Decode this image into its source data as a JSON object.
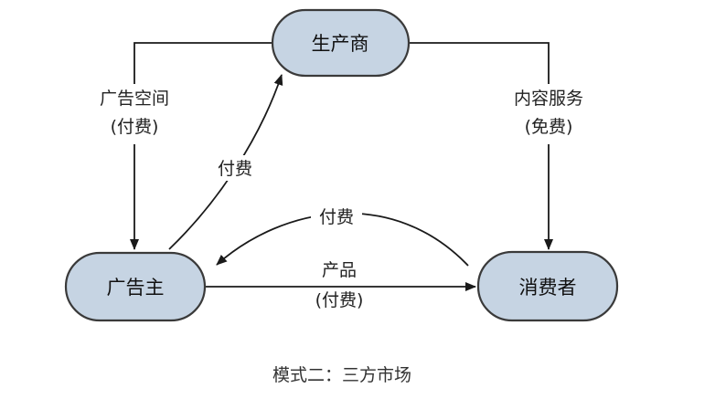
{
  "nodes": {
    "producer": "生产商",
    "advertiser": "广告主",
    "consumer": "消费者"
  },
  "edges": {
    "producer_to_advertiser": [
      "广告空间",
      "(付费)"
    ],
    "producer_to_consumer": [
      "内容服务",
      "(免费)"
    ],
    "advertiser_to_producer": "付费",
    "consumer_to_advertiser": "付费",
    "advertiser_to_consumer": [
      "产品",
      "(付费)"
    ]
  },
  "caption": "模式二：三方市场",
  "colors": {
    "node_fill": "#c6d4e3",
    "node_stroke": "#3a3a3a",
    "edge": "#1a1a1a"
  }
}
